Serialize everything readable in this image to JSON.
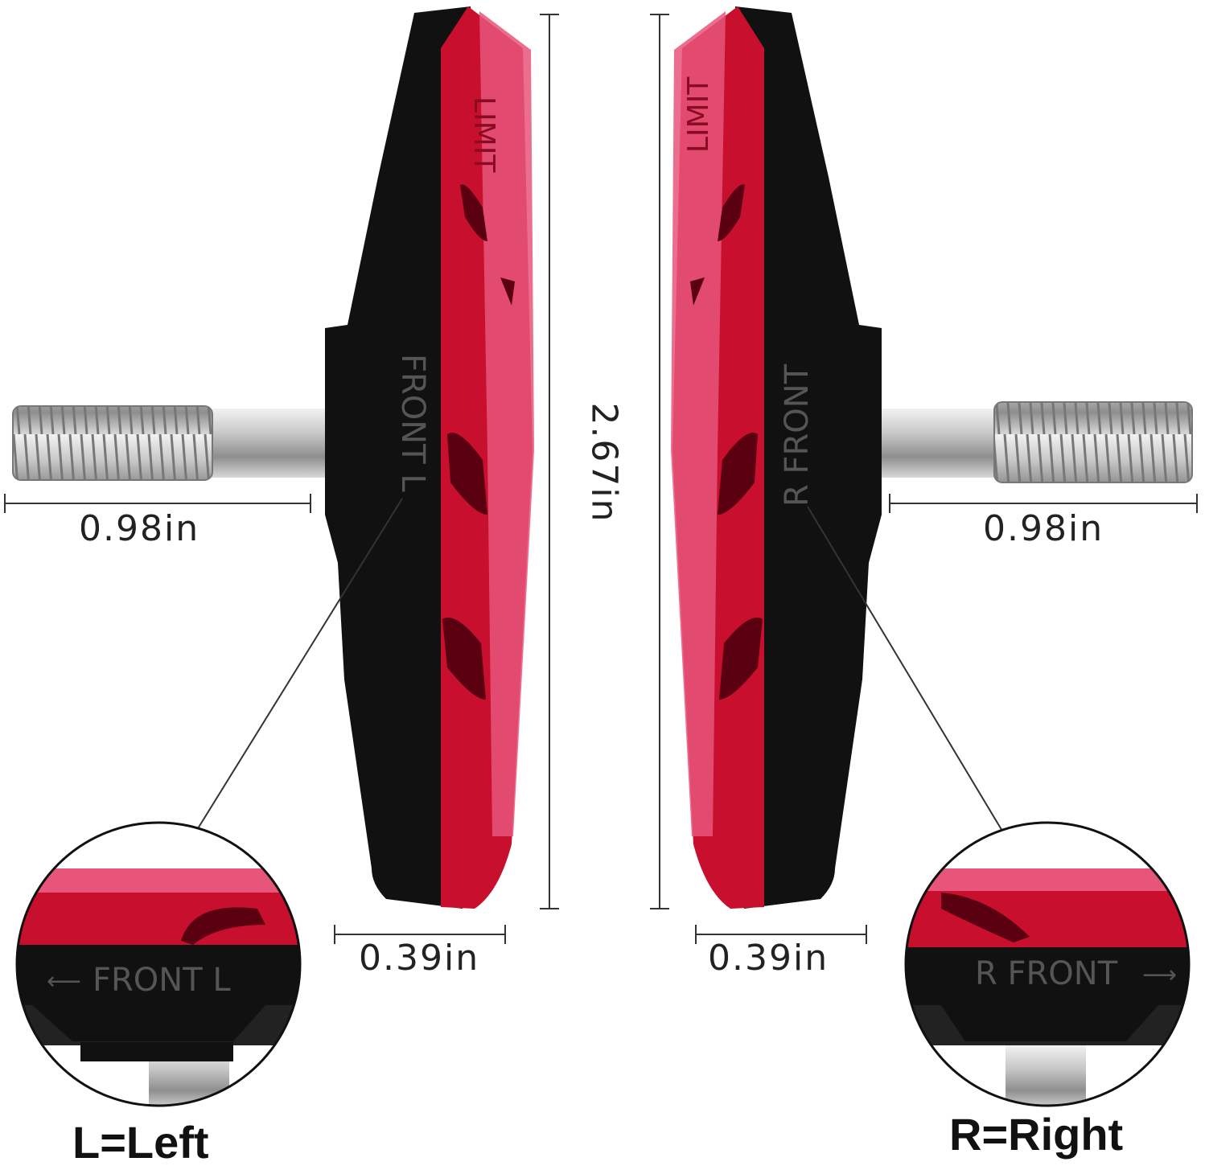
{
  "dimensions": {
    "left_thread_length": "0.98in",
    "right_thread_length": "0.98in",
    "left_pad_width": "0.39in",
    "right_pad_width": "0.39in",
    "pad_length": "2.67in"
  },
  "pad_markings": {
    "limit": "LIMIT",
    "left_front": "FRONT L",
    "right_front": "R FRONT"
  },
  "legend": {
    "left": "L=Left",
    "right": "R=Right"
  },
  "colors": {
    "pad_red": "#c8102e",
    "pad_pink": "#e8557a",
    "holder_black": "#111111",
    "thread_steel": "#b8b8b8"
  }
}
